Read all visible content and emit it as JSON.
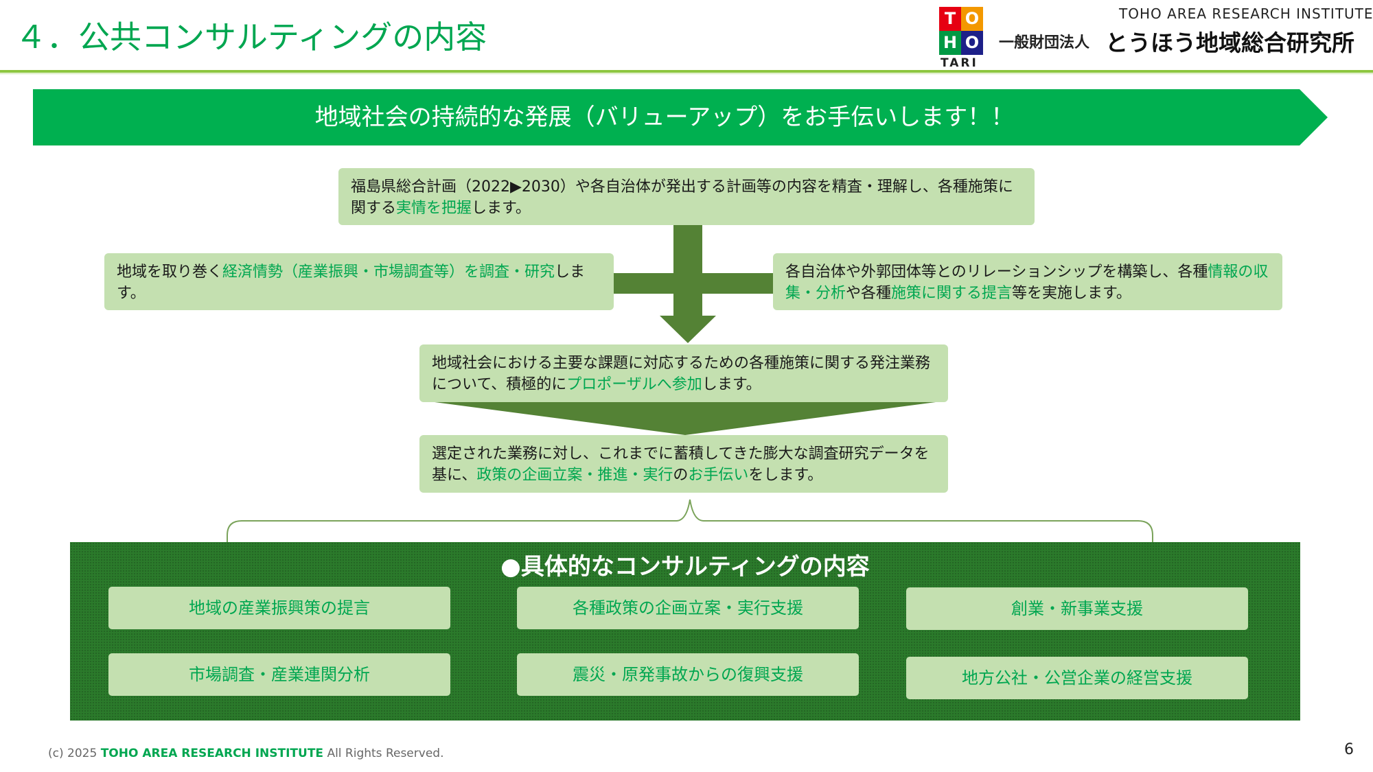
{
  "header": {
    "title": "４．公共コンサルティングの内容",
    "org_en": "TOHO AREA RESEARCH INSTITUTE",
    "org_prefix": "一般財団法人",
    "org_ja": "とうほう地域総合研究所",
    "logo_letters": [
      "T",
      "O",
      "H",
      "O"
    ],
    "logo_caption": "TARI"
  },
  "banner": {
    "text": "地域社会の持続的な発展（バリューアップ）をお手伝いします！！"
  },
  "boxes": {
    "top": {
      "part1": "福島県総合計画（2022▶2030）や各自治体が発出する計画等の内容を精査・理解し、各種施策に関する",
      "hl1": "実情を把握",
      "part2": "します。"
    },
    "left": {
      "part1": "地域を取り巻く",
      "hl1": "経済情勢（産業振興・市場調査等）を調査・研究",
      "part2": "します。"
    },
    "right": {
      "part1": "各自治体や外郭団体等とのリレーションシップを構築し、各種",
      "hl1": "情報の収集・分析",
      "part2": "や各種",
      "hl2": "施策に関する提言",
      "part3": "等を実施します。"
    },
    "middle": {
      "part1": "地域社会における主要な課題に対応するための各種施策に関する発注業務について、積極的に",
      "hl1": "プロポーザルへ参加",
      "part2": "します。"
    },
    "bottom": {
      "part1": "選定された業務に対し、これまでに蓄積してきた膨大な調査研究データを基に、",
      "hl1": "政策の企画立案・推進・実行",
      "part2": "の",
      "hl2": "お手伝い",
      "part3": "をします。"
    }
  },
  "consulting": {
    "title": "●具体的なコンサルティングの内容",
    "items": [
      "地域の産業振興策の提言",
      "各種政策の企画立案・実行支援",
      "創業・新事業支援",
      "市場調査・産業連関分析",
      "震災・原発事故からの復興支援",
      "地方公社・公営企業の経営支援"
    ]
  },
  "footer": {
    "copyright_prefix": "(c) 2025",
    "copyright_org": "TOHO AREA RESEARCH INSTITUTE",
    "copyright_suffix": "All Rights Reserved.",
    "page_number": "6"
  },
  "colors": {
    "brand_green": "#00a650",
    "dark_green": "#548235",
    "panel_green": "#2b7a2b",
    "box_fill": "#c4e0b0",
    "rule_green": "#8dc63f"
  }
}
